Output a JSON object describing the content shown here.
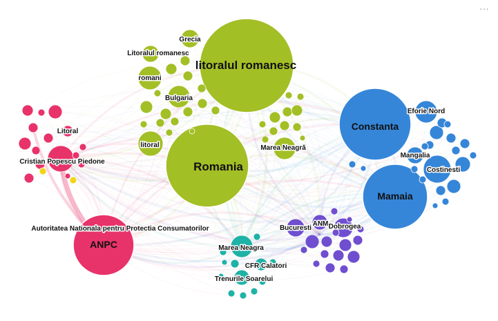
{
  "menu": {
    "more_label": "···"
  },
  "colors": {
    "green": "#a3bf26",
    "blue": "#3586d8",
    "pink": "#e8336a",
    "teal": "#1fb2a6",
    "purple": "#6f4fcf",
    "yellow": "#f2d41a"
  },
  "network": {
    "clusters": [
      {
        "id": "green",
        "color": "#a3bf26",
        "label_nodes": [
          "litoralul romanesc",
          "Romania",
          "Grecia",
          "Litoralul romanesc",
          "romani",
          "Bulgaria",
          "litoral",
          "Marea Neagră"
        ]
      },
      {
        "id": "blue",
        "color": "#3586d8",
        "label_nodes": [
          "Constanta",
          "Mamaia",
          "Eforie Nord",
          "Mangalia",
          "Costinesti"
        ]
      },
      {
        "id": "pink",
        "color": "#e8336a",
        "label_nodes": [
          "ANPC",
          "Litoral",
          "Cristian Popescu Piedone",
          "Autoritatea Nationala pentru Protectia Consumatorilor"
        ]
      },
      {
        "id": "teal",
        "color": "#1fb2a6",
        "label_nodes": [
          "Marea Neagra",
          "CFR Calatori",
          "Trenurile Soarelui"
        ]
      },
      {
        "id": "purple",
        "color": "#6f4fcf",
        "label_nodes": [
          "Bucuresti",
          "ANM",
          "Dobrogea"
        ]
      }
    ],
    "labels": {
      "litoralul_romanesc": "litoralul romanesc",
      "romania": "Romania",
      "grecia": "Grecia",
      "litoralul_romanesc_2": "Litoralul romanesc",
      "romani": "romani",
      "bulgaria": "Bulgaria",
      "litoral_lc": "litoral",
      "marea_neagra_diac": "Marea Neagră",
      "constanta": "Constanta",
      "mamaia": "Mamaia",
      "eforie_nord": "Eforie Nord",
      "mangalia": "Mangalia",
      "costinesti": "Costinesti",
      "anpc": "ANPC",
      "litoral_cap": "Litoral",
      "piedone": "Cristian Popescu Piedone",
      "anpc_full": "Autoritatea Nationala pentru Protectia Consumatorilor",
      "marea_neagra": "Marea Neagra",
      "cfr_calatori": "CFR Calatori",
      "trenurile_soarelui": "Trenurile Soarelui",
      "bucuresti": "Bucuresti",
      "anm": "ANM",
      "dobrogea": "Dobrogea"
    }
  }
}
